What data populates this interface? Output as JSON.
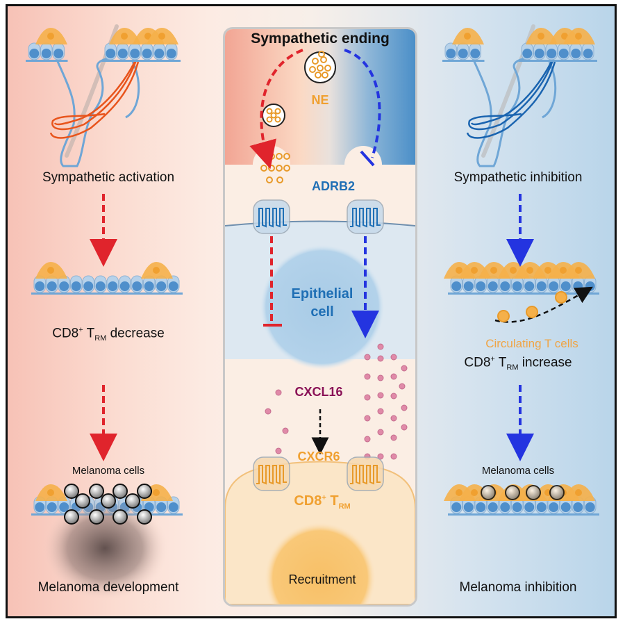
{
  "figure": {
    "type": "graphical-abstract",
    "colors": {
      "activation_red": "#e0242c",
      "inhibition_blue": "#2434e0",
      "nerve_orange": "#e8541c",
      "nerve_blue": "#1a64b0",
      "epithelium_blue": "#5b9bd0",
      "trm_orange": "#f2a53a",
      "cxcl16_magenta": "#8a1257",
      "adrb2_blue": "#1f6fb5"
    }
  },
  "left_panel": {
    "step1": "Sympathetic activation",
    "step2_prefix": "CD8",
    "step2_sup": "+",
    "step2_t": " T",
    "step2_sub": "RM",
    "step2_suffix": " decrease",
    "melanoma_label": "Melanoma cells",
    "step3": "Melanoma development"
  },
  "right_panel": {
    "step1": "Sympathetic inhibition",
    "circulating_label": "Circulating T cells",
    "step2_prefix": "CD8",
    "step2_sup": "+",
    "step2_t": " T",
    "step2_sub": "RM",
    "step2_suffix": " increase",
    "melanoma_label": "Melanoma cells",
    "step3": "Melanoma inhibition"
  },
  "center_panel": {
    "title": "Sympathetic ending",
    "ne_label": "NE",
    "receptor_label": "ADRB2",
    "cell_label_line1": "Epithelial",
    "cell_label_line2": "cell",
    "chemokine_label": "CXCL16",
    "chemokine_receptor_label": "CXCR6",
    "trm_prefix": "CD8",
    "trm_sup": "+",
    "trm_t": " T",
    "trm_sub": "RM",
    "outcome_label": "Recruitment"
  }
}
